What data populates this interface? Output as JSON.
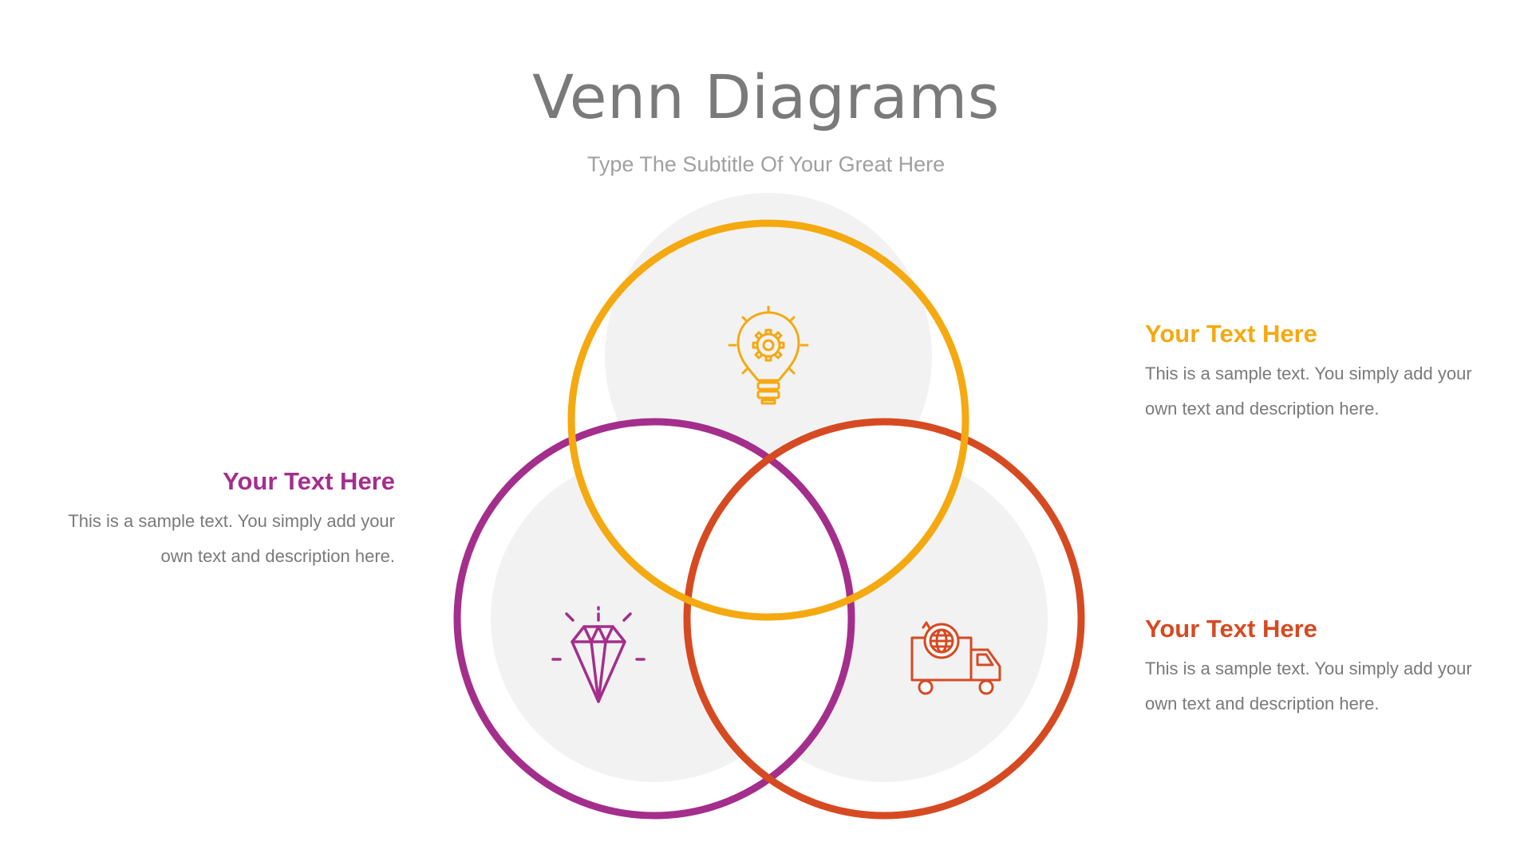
{
  "title": "Venn Diagrams",
  "subtitle": "Type The Subtitle Of Your Great Here",
  "colors": {
    "yellow": "#f5a910",
    "purple": "#a42e8c",
    "red": "#d64a22",
    "fill": "#f2f2f2",
    "title_gray": "#7a7a7a"
  },
  "circles": [
    {
      "id": "top",
      "color": "yellow",
      "icon": "lightbulb-gear-icon"
    },
    {
      "id": "left",
      "color": "purple",
      "icon": "diamond-icon"
    },
    {
      "id": "right",
      "color": "red",
      "icon": "delivery-truck-globe-icon"
    }
  ],
  "blocks": {
    "left": {
      "heading": "Your Text Here",
      "body": "This is a sample text. You simply add your own text and description here."
    },
    "top_right": {
      "heading": "Your Text Here",
      "body": "This is a sample text. You simply add your own text and description here."
    },
    "bottom_right": {
      "heading": "Your Text Here",
      "body": "This is a sample text. You simply add your own text and description here."
    }
  }
}
